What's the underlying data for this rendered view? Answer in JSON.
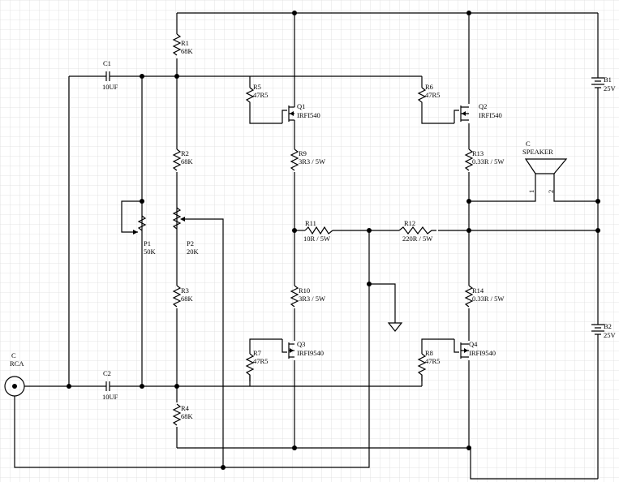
{
  "components": {
    "R1": {
      "ref": "R1",
      "value": "68K"
    },
    "R2": {
      "ref": "R2",
      "value": "68K"
    },
    "R3": {
      "ref": "R3",
      "value": "68K"
    },
    "R4": {
      "ref": "R4",
      "value": "68K"
    },
    "R5": {
      "ref": "R5",
      "value": "47R5"
    },
    "R6": {
      "ref": "R6",
      "value": "47R5"
    },
    "R7": {
      "ref": "R7",
      "value": "47R5"
    },
    "R8": {
      "ref": "R8",
      "value": "47R5"
    },
    "R9": {
      "ref": "R9",
      "value": "3R3 / 5W"
    },
    "R10": {
      "ref": "R10",
      "value": "3R3 / 5W"
    },
    "R11": {
      "ref": "R11",
      "value": "10R / 5W"
    },
    "R12": {
      "ref": "R12",
      "value": "220R / 5W"
    },
    "R13": {
      "ref": "R13",
      "value": "0.33R / 5W"
    },
    "R14": {
      "ref": "R14",
      "value": "0.33R / 5W"
    },
    "C1": {
      "ref": "C1",
      "value": "10UF"
    },
    "C2": {
      "ref": "C2",
      "value": "10UF"
    },
    "P1": {
      "ref": "P1",
      "value": "50K"
    },
    "P2": {
      "ref": "P2",
      "value": "20K"
    },
    "Q1": {
      "ref": "Q1",
      "value": "IRFI540"
    },
    "Q2": {
      "ref": "Q2",
      "value": "IRFI540"
    },
    "Q3": {
      "ref": "Q3",
      "value": "IRFI9540"
    },
    "Q4": {
      "ref": "Q4",
      "value": "IRFI9540"
    },
    "B1": {
      "ref": "B1",
      "value": "25V"
    },
    "B2": {
      "ref": "B2",
      "value": "25V"
    },
    "SPK": {
      "ref": "C",
      "value": "SPEAKER",
      "pin1": "1",
      "pin2": "2"
    },
    "RCA": {
      "ref": "C",
      "value": "RCA"
    }
  },
  "colors": {
    "grid": "#d4d4d4",
    "wire": "#000000",
    "background": "#ffffff"
  }
}
